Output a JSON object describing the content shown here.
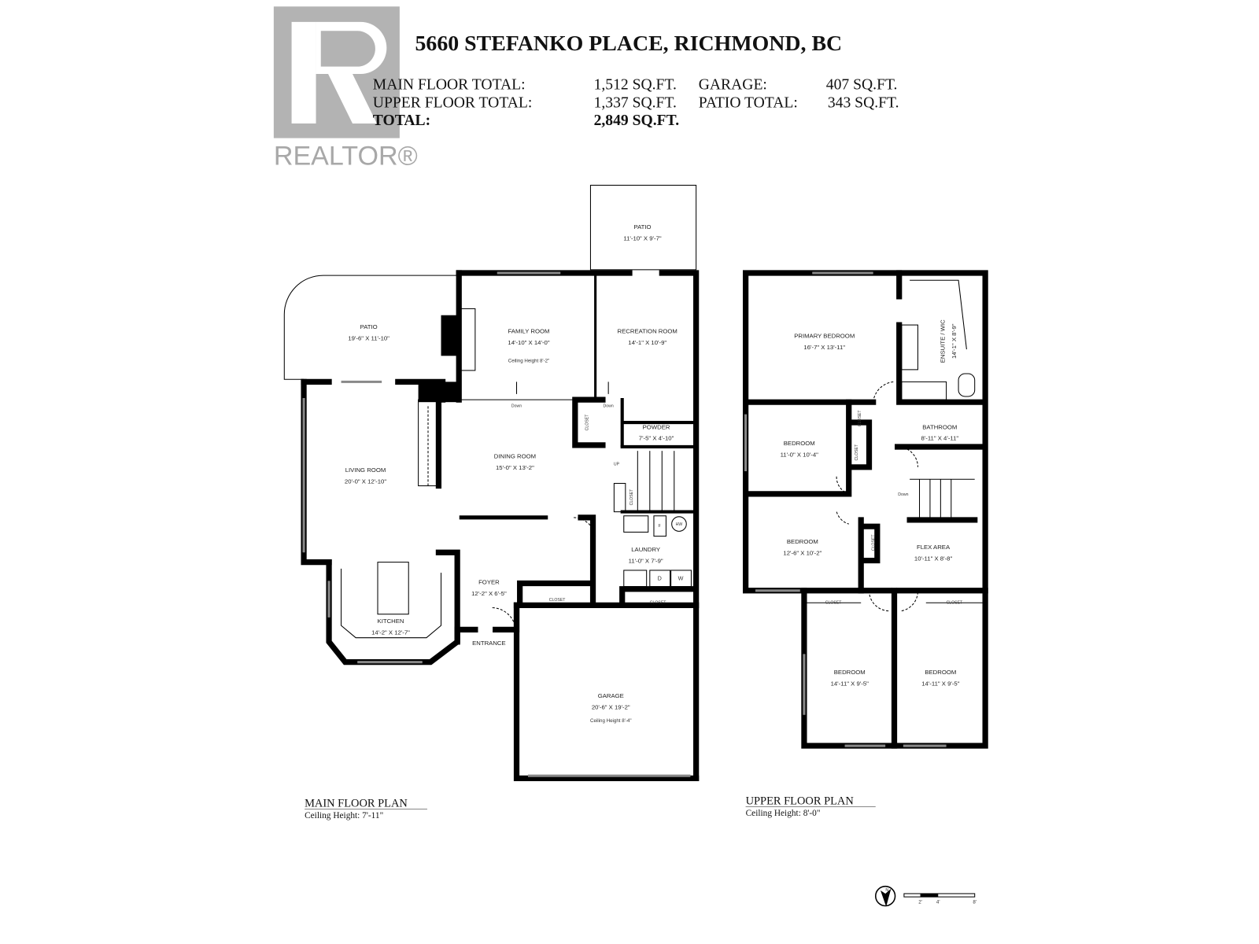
{
  "header": {
    "logo_text": "REALTOR®",
    "title": "5660 STEFANKO PLACE, RICHMOND, BC",
    "stats": [
      {
        "label": "MAIN FLOOR TOTAL:",
        "value": "1,512 SQ.FT."
      },
      {
        "label": "UPPER FLOOR TOTAL:",
        "value": "1,337 SQ.FT."
      },
      {
        "label": "TOTAL:",
        "value": "2,849 SQ.FT."
      },
      {
        "label": "GARAGE:",
        "value": "407 SQ.FT."
      },
      {
        "label": "PATIO TOTAL:",
        "value": "343 SQ.FT."
      }
    ]
  },
  "main_floor": {
    "plan_title": "MAIN FLOOR PLAN",
    "ceiling": "Ceiling Height: 7'-11\"",
    "rooms": {
      "patio_rear": {
        "name": "PATIO",
        "dims": "11'-10\" X 9'-7\""
      },
      "patio_side": {
        "name": "PATIO",
        "dims": "19'-6\" X 11'-10\""
      },
      "family": {
        "name": "FAMILY ROOM",
        "dims": "14'-10\" X 14'-0\"",
        "ceiling": "Ceiling Height 8'-2\""
      },
      "recreation": {
        "name": "RECREATION ROOM",
        "dims": "14'-1\" X 10'-9\""
      },
      "powder": {
        "name": "POWDER",
        "dims": "7'-5\" X 4'-10\""
      },
      "dining": {
        "name": "DINING ROOM",
        "dims": "15'-0\" X 13'-2\""
      },
      "living": {
        "name": "LIVING ROOM",
        "dims": "20'-0\" X 12'-10\""
      },
      "laundry": {
        "name": "LAUNDRY",
        "dims": "11'-0\" X 7'-9\""
      },
      "foyer": {
        "name": "FOYER",
        "dims": "12'-2\" X 6'-5\""
      },
      "kitchen": {
        "name": "KITCHEN",
        "dims": "14'-2\" X 12'-7\""
      },
      "garage": {
        "name": "GARAGE",
        "dims": "20'-6\" X 19'-2\"",
        "ceiling": "Ceiling Height 8'-4\""
      }
    },
    "entrance": "ENTRANCE",
    "closet": "CLOSET",
    "down": "Down",
    "up": "UP",
    "appliances": {
      "furnace": "F",
      "hot_water": "HW",
      "dryer": "D",
      "washer": "W"
    }
  },
  "upper_floor": {
    "plan_title": "UPPER FLOOR PLAN",
    "ceiling": "Ceiling Height: 8'-0\"",
    "rooms": {
      "primary": {
        "name": "PRIMARY BEDROOM",
        "dims": "16'-7\" X 13'-11\""
      },
      "ensuite": {
        "name": "ENSUITE / WIC",
        "dims": "14'-1\" X 8'-9\""
      },
      "bedroom2": {
        "name": "BEDROOM",
        "dims": "11'-0\" X 10'-4\""
      },
      "bathroom": {
        "name": "BATHROOM",
        "dims": "8'-11\" X 4'-11\""
      },
      "bedroom3": {
        "name": "BEDROOM",
        "dims": "12'-6\" X 10'-2\""
      },
      "flex": {
        "name": "FLEX AREA",
        "dims": "10'-11\" X 8'-8\""
      },
      "bedroom4": {
        "name": "BEDROOM",
        "dims": "14'-11\" X 9'-5\""
      },
      "bedroom5": {
        "name": "BEDROOM",
        "dims": "14'-11\" X 9'-5\""
      }
    },
    "closet": "CLOSET",
    "down": "Down"
  },
  "legend": {
    "compass": "N",
    "scale_ticks": [
      "2'",
      "4'",
      "8'"
    ]
  }
}
